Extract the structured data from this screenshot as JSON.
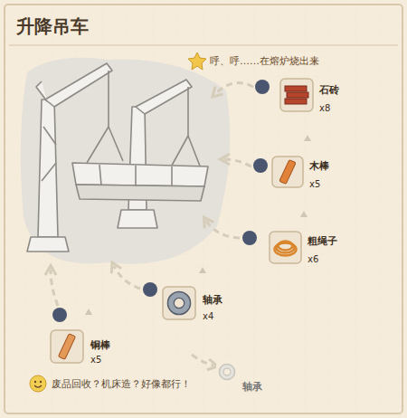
{
  "diagram": {
    "title": "升降吊车",
    "nodes": [
      {
        "text": [
          "石砖",
          "x8"
        ]
      },
      {
        "text": [
          "木棒",
          "x5"
        ]
      },
      {
        "text": [
          "粗绳子",
          "x6"
        ]
      },
      {
        "text": [
          "轴承",
          "x4"
        ]
      },
      {
        "text": [
          "铜棒",
          "x5"
        ]
      },
      {
        "text": [
          "轴承"
        ]
      }
    ],
    "labels": [
      "呼、呼……在熔炉烧出来",
      "废品回收？机床造？好像都行！"
    ]
  }
}
